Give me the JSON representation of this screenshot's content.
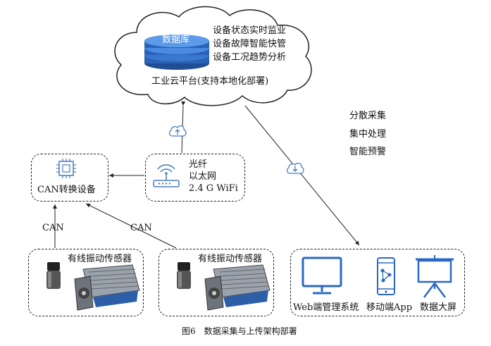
{
  "cloud": {
    "db_label": "数据库",
    "features": [
      "设备状态实时监业",
      "设备故障智能快管",
      "设备工况趋势分析"
    ],
    "platform": "工业云平台(支持本地化部署)"
  },
  "process": [
    "分散采集",
    "集中处理",
    "智能预警"
  ],
  "gateway": {
    "label": "CAN转换设备"
  },
  "network": {
    "lines": [
      "光纤",
      "以太网",
      "2.4 G WiFi"
    ]
  },
  "links": {
    "can_left": "CAN",
    "can_right": "CAN"
  },
  "sensors": [
    {
      "label": "有线振动传感器"
    },
    {
      "label": "有线振动传感器"
    }
  ],
  "clients": {
    "labels": [
      "Web端管理系统",
      "移动端App",
      "数据大屏"
    ]
  },
  "caption": "图6　数据采集与上传架构部署"
}
